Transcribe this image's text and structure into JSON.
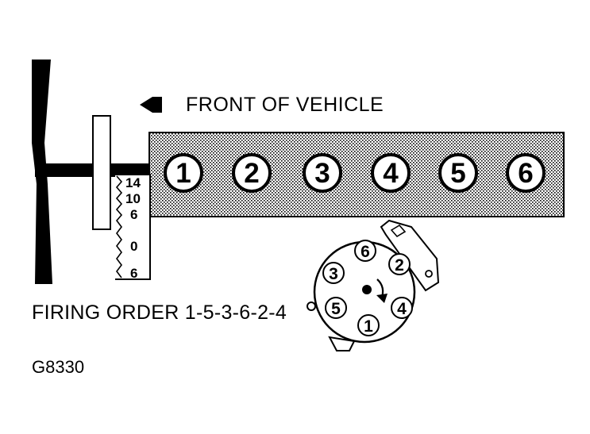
{
  "header": {
    "front_label": "FRONT OF VEHICLE"
  },
  "engine": {
    "cylinders": [
      "1",
      "2",
      "3",
      "4",
      "5",
      "6"
    ]
  },
  "timing_scale": {
    "marks": [
      "14",
      "10",
      "6",
      "0",
      "6"
    ]
  },
  "distributor": {
    "terminals": [
      "6",
      "2",
      "3",
      "4",
      "5",
      "1"
    ]
  },
  "footer": {
    "firing_order": "FIRING ORDER 1-5-3-6-2-4",
    "figure_id": "G8330"
  },
  "colors": {
    "ink": "#000000",
    "paper": "#ffffff"
  }
}
